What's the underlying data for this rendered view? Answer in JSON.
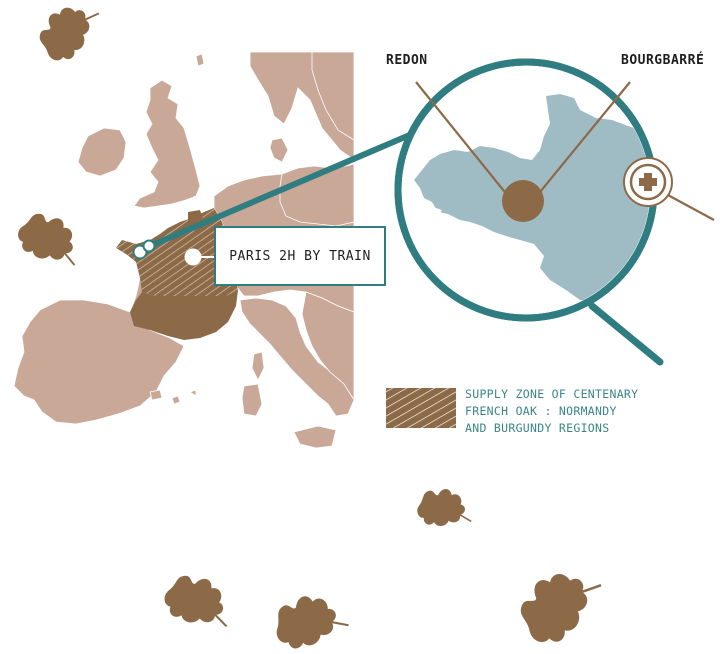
{
  "labels": {
    "redon": "REDON",
    "bourgbarre": "BOURGBARRÉ",
    "paris": "PARIS 2H BY TRAIN"
  },
  "legend": {
    "lines": [
      "SUPPLY ZONE OF CENTENARY",
      "FRENCH OAK : NORMANDY",
      "AND BURGUNDY REGIONS"
    ]
  },
  "colors": {
    "land": "#c9a898",
    "land_border": "#ffffff",
    "supply_zone": "#8c6a47",
    "leaf": "#8c6a47",
    "accent": "#2f7d80",
    "magnified_region": "#9fbcc4",
    "connector": "#8c6a47"
  },
  "icons": {
    "location_marker": "plus-in-circle-icon",
    "decor": "oak-leaf-icon"
  }
}
